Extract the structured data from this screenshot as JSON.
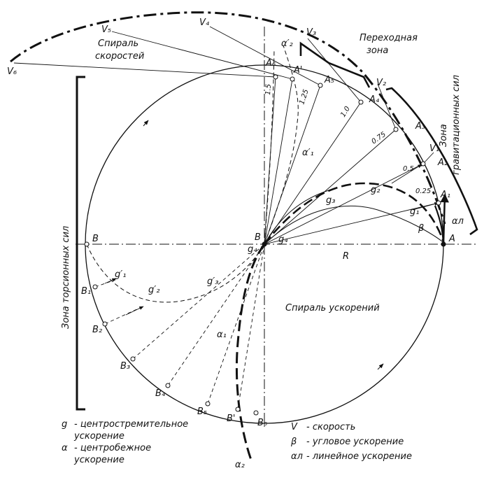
{
  "labels": {
    "A": "A",
    "B": "B",
    "R": "R",
    "A_prime": "A'",
    "B_prime": "B'",
    "g": "g",
    "V": "V",
    "beta": "β",
    "alpha": "α",
    "A_pts": [
      "A₁",
      "A₂",
      "A₃",
      "A₄",
      "A₅",
      "A₆"
    ],
    "B_pts": [
      "B₁",
      "B₂",
      "B₃",
      "B₄",
      "B₅",
      "B₆"
    ],
    "V_pts": [
      "V₁",
      "V₂",
      "V₃",
      "V₄",
      "V₅",
      "V₆"
    ],
    "g_upper": [
      "g₁",
      "g₂",
      "g₃",
      "g₄"
    ],
    "g_lower": [
      "g′₁",
      "g′₂",
      "g′₃",
      "g₄"
    ],
    "g4_center": "g₄",
    "alpha_upper": [
      "α′₁",
      "α′₂"
    ],
    "alpha_lower": [
      "α₁",
      "α₂"
    ],
    "alpha_l": "αл",
    "radii": [
      "0.25",
      "0.5",
      "0.75",
      "1.0",
      "1.25",
      "1.5"
    ]
  },
  "zones": {
    "transitional_1": "Переходная",
    "transitional_2": "зона",
    "gravitational_1": "Зона",
    "gravitational_2": "гравитационных сил",
    "torsion": "Зона торсионных сил",
    "speed_spiral_1": "Спираль",
    "speed_spiral_2": "скоростей",
    "accel_spiral": "Спираль ускорений"
  },
  "legend_left": [
    {
      "symbol": "g",
      "text": "- центростремительное"
    },
    {
      "symbol": "",
      "text": "ускорение"
    },
    {
      "symbol": "α",
      "text": "- центробежное"
    },
    {
      "symbol": "",
      "text": "ускорение"
    }
  ],
  "legend_right": [
    {
      "symbol": "V",
      "text": "- скорость"
    },
    {
      "symbol": "β",
      "text": "- угловое ускорение"
    },
    {
      "symbol": "αл",
      "text": "- линейное ускорение"
    }
  ]
}
